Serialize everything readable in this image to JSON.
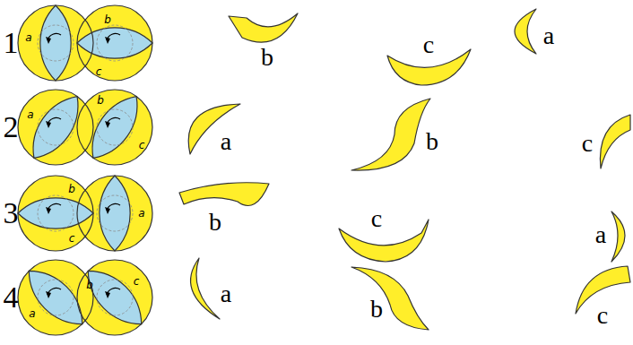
{
  "diagram": {
    "labels": [
      "1",
      "a",
      "b",
      "c",
      "b",
      "c",
      "a",
      "2",
      "a",
      "b",
      "c",
      "a",
      "b",
      "c",
      "3",
      "b",
      "c",
      "a",
      "b",
      "c",
      "a",
      "4",
      "a",
      "b",
      "c",
      "a",
      "b",
      "c"
    ]
  }
}
